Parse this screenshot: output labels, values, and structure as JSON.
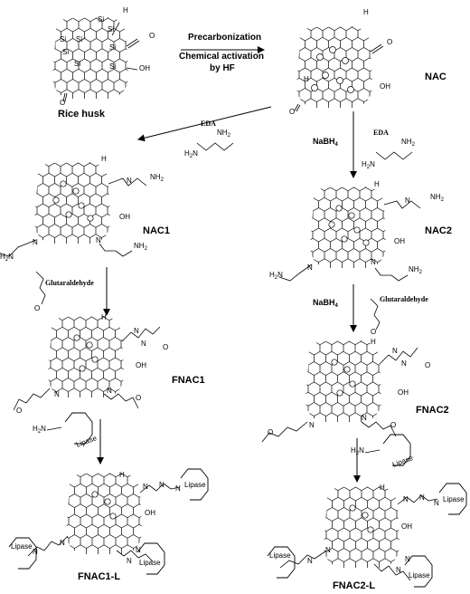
{
  "labels": {
    "rice_husk": "Rice husk",
    "nac": "NAC",
    "nac1": "NAC1",
    "nac2": "NAC2",
    "fnac1": "FNAC1",
    "fnac2": "FNAC2",
    "fnac1_l": "FNAC1-L",
    "fnac2_l": "FNAC2-L"
  },
  "reagents": {
    "precarbonization": "Precarbonization",
    "activation_line1": "Chemical activation",
    "activation_line2": "by HF",
    "eda_left": "EDA",
    "eda_right": "EDA",
    "nabh4_1": "NaBH",
    "nabh4_2": "NaBH",
    "nabh4_sub": "4",
    "glut_left": "Glutaraldehyde",
    "glut_right": "Glutaraldehyde"
  },
  "atoms": {
    "si": "Si",
    "si_minus": "Si⁻",
    "h": "H",
    "o": "O",
    "oh": "OH",
    "nh2": "NH",
    "nh2_sub": "2",
    "h2n": "H",
    "h2n_sub": "2",
    "n_h2": "N",
    "n": "N",
    "lipase": "Lipase"
  }
}
